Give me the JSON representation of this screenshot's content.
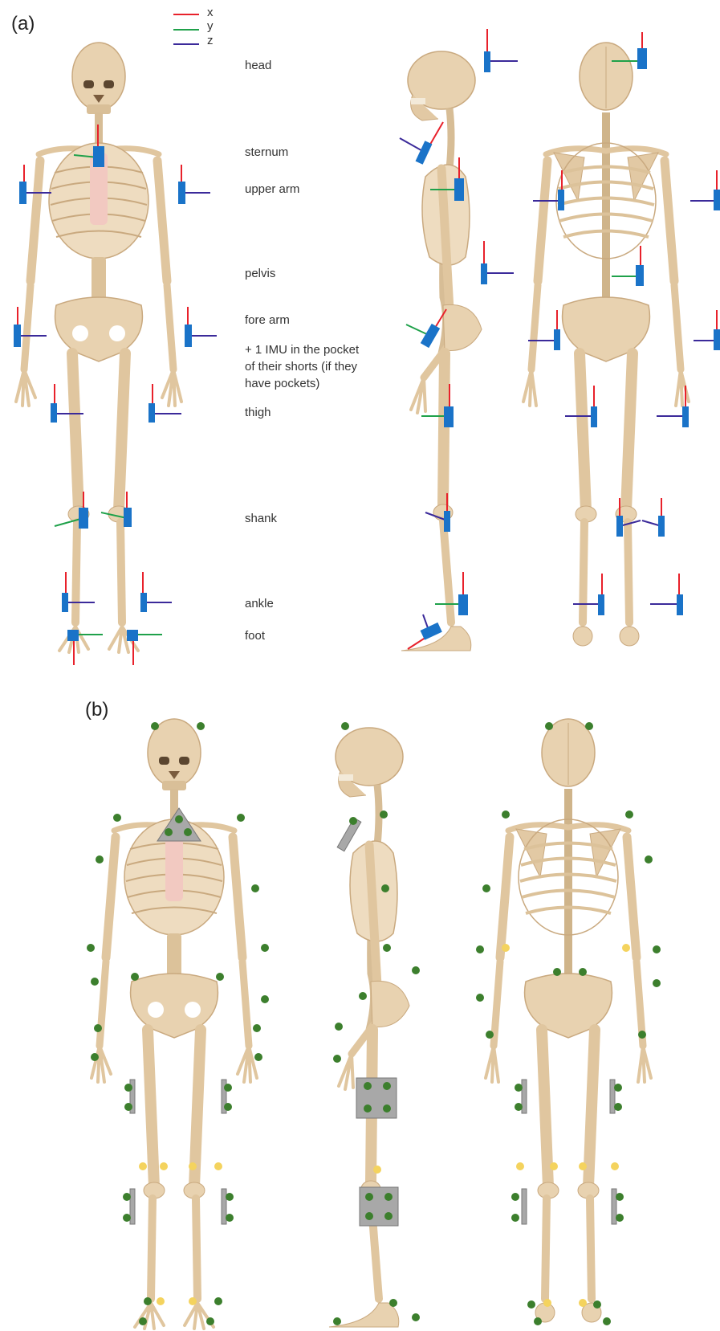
{
  "panel_a": {
    "label": "(a)",
    "legend": [
      {
        "name": "x",
        "color": "#e8212b"
      },
      {
        "name": "y",
        "color": "#1fa14a"
      },
      {
        "name": "z",
        "color": "#3b2a9a"
      }
    ],
    "body_labels": {
      "head": "head",
      "sternum": "sternum",
      "upper_arm": "upper arm",
      "pelvis": "pelvis",
      "fore_arm": "fore arm",
      "pocket_line1": "+ 1 IMU in the pocket",
      "pocket_line2": "of their shorts (if they",
      "pocket_line3": "have pockets)",
      "thigh": "thigh",
      "shank": "shank",
      "ankle": "ankle",
      "foot": "foot"
    }
  },
  "panel_b": {
    "label": "(b)"
  },
  "colors": {
    "bone": "#e8d2b0",
    "bone_shadow": "#c9a97f",
    "rib_cart": "#f2c9c1",
    "imu_blue": "#1a73c8",
    "marker_green": "#3c7f2d",
    "marker_yellow": "#f4d35e",
    "cluster_gray": "#a8a8a8"
  }
}
